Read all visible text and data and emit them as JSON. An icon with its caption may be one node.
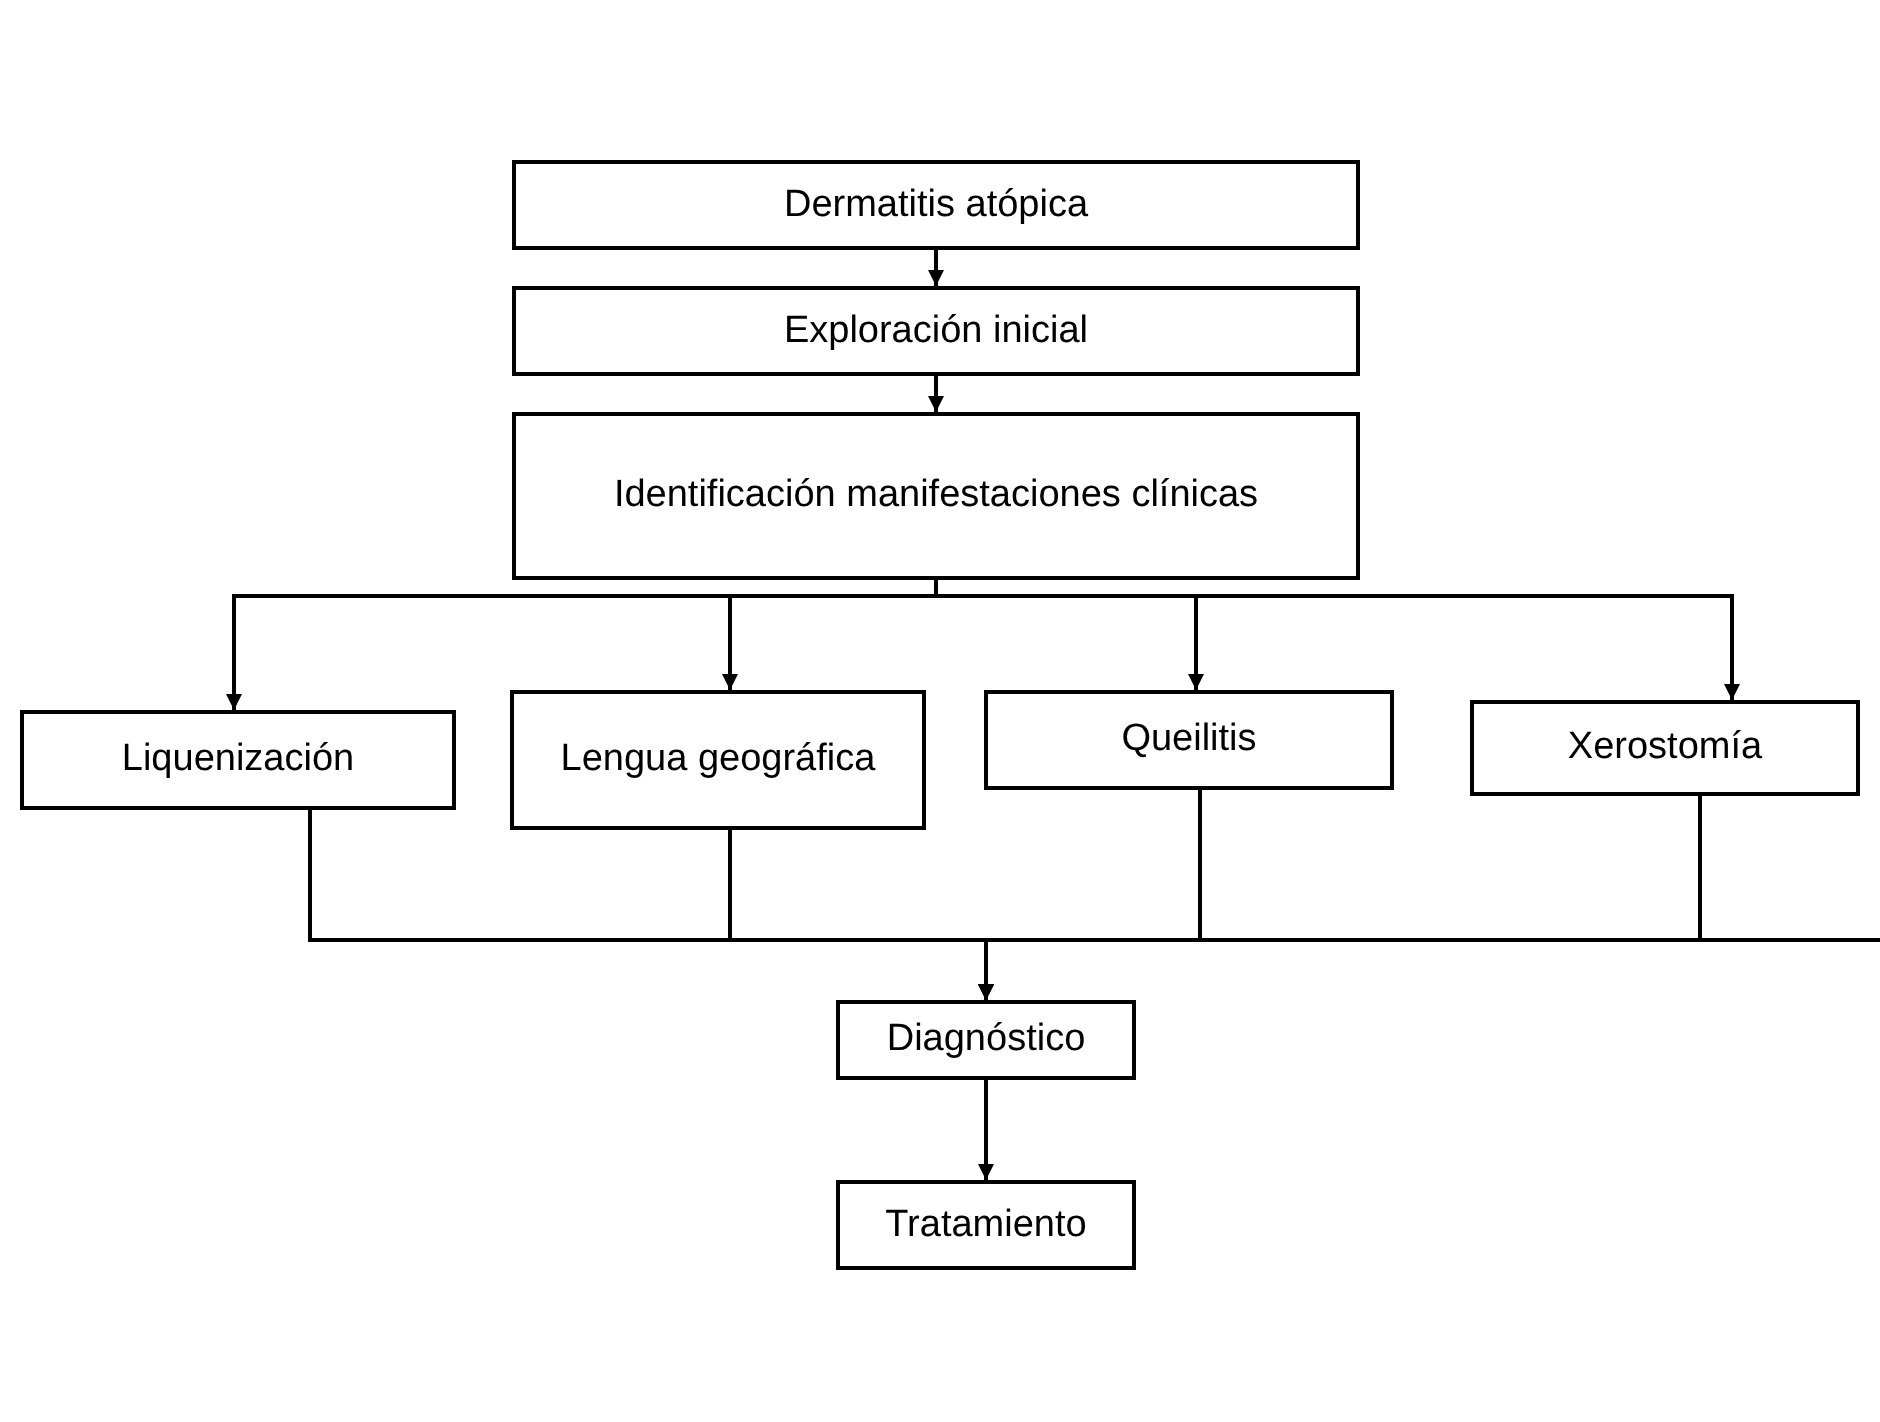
{
  "diagram": {
    "nodes": [
      {
        "text": [
          "Dermatitis atópica"
        ]
      },
      {
        "text": [
          "Exploración inicial"
        ]
      },
      {
        "text": [
          "Identificación manifestaciones clínicas"
        ]
      },
      {
        "text": [
          "Liquenización"
        ]
      },
      {
        "text": [
          "Lengua geográfica"
        ]
      },
      {
        "text": [
          "Queilitis"
        ]
      },
      {
        "text": [
          "Xerostomía"
        ]
      },
      {
        "text": [
          "Diagnóstico"
        ]
      },
      {
        "text": [
          "Tratamiento"
        ]
      }
    ],
    "edges": [
      {
        "from": 0,
        "to": 1,
        "arrow": "to"
      },
      {
        "from": 1,
        "to": 2,
        "arrow": "to"
      },
      {
        "from": 2,
        "to": 3,
        "arrow": "to"
      },
      {
        "from": 2,
        "to": 4,
        "arrow": "to"
      },
      {
        "from": 2,
        "to": 5,
        "arrow": "to"
      },
      {
        "from": 2,
        "to": 6,
        "arrow": "to"
      },
      {
        "from": 3,
        "to": 7,
        "arrow": "to"
      },
      {
        "from": 4,
        "to": 7,
        "arrow": "to"
      },
      {
        "from": 5,
        "to": 7,
        "arrow": "to"
      },
      {
        "from": 6,
        "to": 7,
        "arrow": "to"
      },
      {
        "from": 7,
        "to": 8,
        "arrow": "to"
      }
    ]
  }
}
